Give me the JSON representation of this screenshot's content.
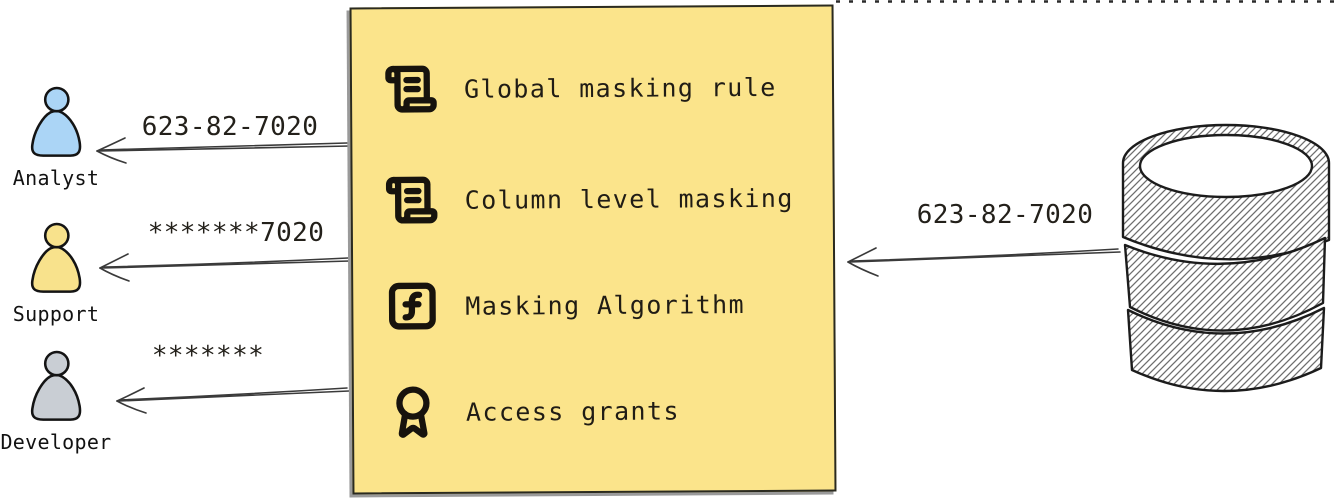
{
  "box": {
    "items": [
      {
        "icon": "scroll-text-icon",
        "label": "Global masking rule"
      },
      {
        "icon": "scroll-text-icon",
        "label": "Column level masking"
      },
      {
        "icon": "function-square-icon",
        "label": "Masking Algorithm"
      },
      {
        "icon": "award-icon",
        "label": "Access grants"
      }
    ]
  },
  "personas": [
    {
      "name": "Analyst",
      "value": "623-82-7020",
      "color": "#ABD5F6"
    },
    {
      "name": "Support",
      "value": "*******7020",
      "color": "#F8E28C"
    },
    {
      "name": "Developer",
      "value": "*******",
      "color": "#C9CED4"
    }
  ],
  "database": {
    "value": "623-82-7020"
  },
  "colors": {
    "box_fill": "#FBE48B",
    "stroke": "#17130d",
    "shadow": "#9a9a9a"
  }
}
